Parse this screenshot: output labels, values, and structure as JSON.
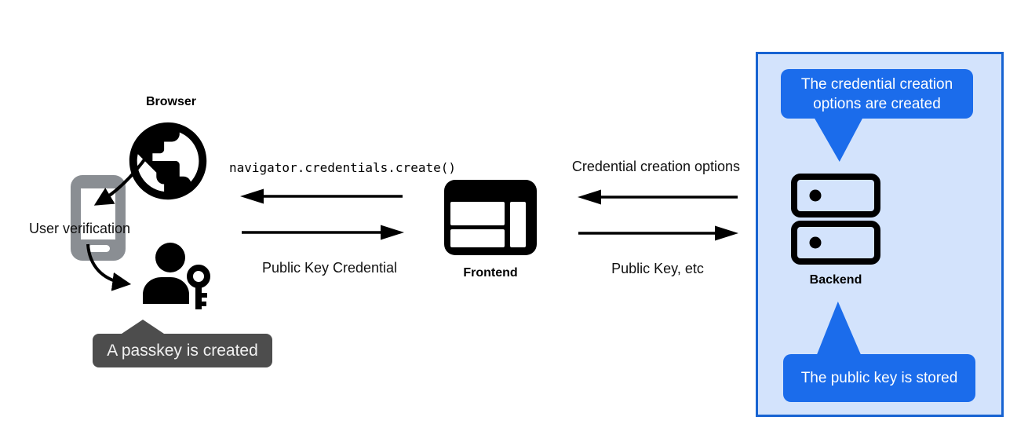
{
  "nodes": {
    "browser": {
      "label": "Browser",
      "icon": "globe-icon"
    },
    "user_verification": {
      "label": "User verification",
      "icon": "smartphone-icon"
    },
    "passkey_user": {
      "icon": "person-key-icon"
    },
    "frontend": {
      "label": "Frontend",
      "icon": "browser-window-icon"
    },
    "backend": {
      "label": "Backend",
      "icon": "server-icon"
    }
  },
  "flows": {
    "frontend_to_browser": "navigator.credentials.create()",
    "browser_to_frontend": "Public Key Credential",
    "backend_to_frontend": "Credential creation options",
    "frontend_to_backend": "Public Key, etc"
  },
  "callouts": {
    "passkey_created": "A passkey is created",
    "credential_options_created": "The credential creation options are created",
    "public_key_stored": "The public key is stored"
  },
  "colors": {
    "bubble_blue": "#1b6ceb",
    "panel_border": "#1763d2",
    "panel_bg": "#d3e3fc",
    "tooltip_gray": "#4d4d4d",
    "phone_gray": "#8a8e93",
    "ink": "#000000",
    "text_light": "#f1f1f1"
  }
}
